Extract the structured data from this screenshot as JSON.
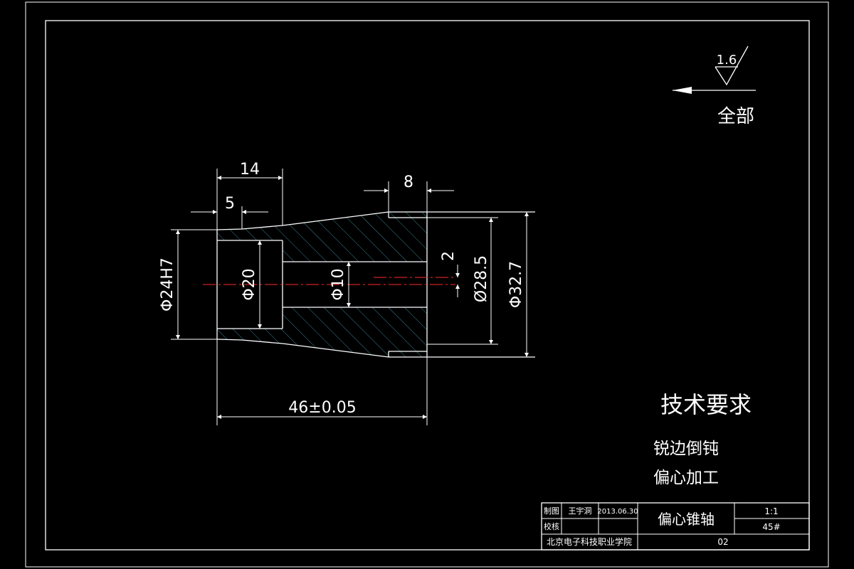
{
  "drawing": {
    "surface_finish": {
      "roughness": "1.6",
      "scope": "全部"
    },
    "dimensions": {
      "len_14": "14",
      "len_5": "5",
      "len_8": "8",
      "total_len": "46±0.05",
      "bore_h7": "Φ24H7",
      "bore_20": "Φ20",
      "bore_10": "Φ10",
      "offset_2": "2",
      "dia_28_5": "Ø28.5",
      "dia_32_7": "Φ32.7"
    },
    "tech_req": {
      "title": "技术要求",
      "items": [
        "锐边倒钝",
        "偏心加工"
      ]
    },
    "title_block": {
      "drawn_label": "制图",
      "drawn_name": "王宇洞",
      "drawn_date": "2013.06.30",
      "check_label": "校核",
      "part_name": "偏心锥轴",
      "scale": "1:1",
      "material": "45#",
      "school": "北京电子科技职业学院",
      "drawing_no": "02"
    },
    "colors": {
      "background": "#000000",
      "lines": "#ffffff",
      "hatch": "#3f8fa0",
      "centerline": "#ff2a2a"
    }
  }
}
